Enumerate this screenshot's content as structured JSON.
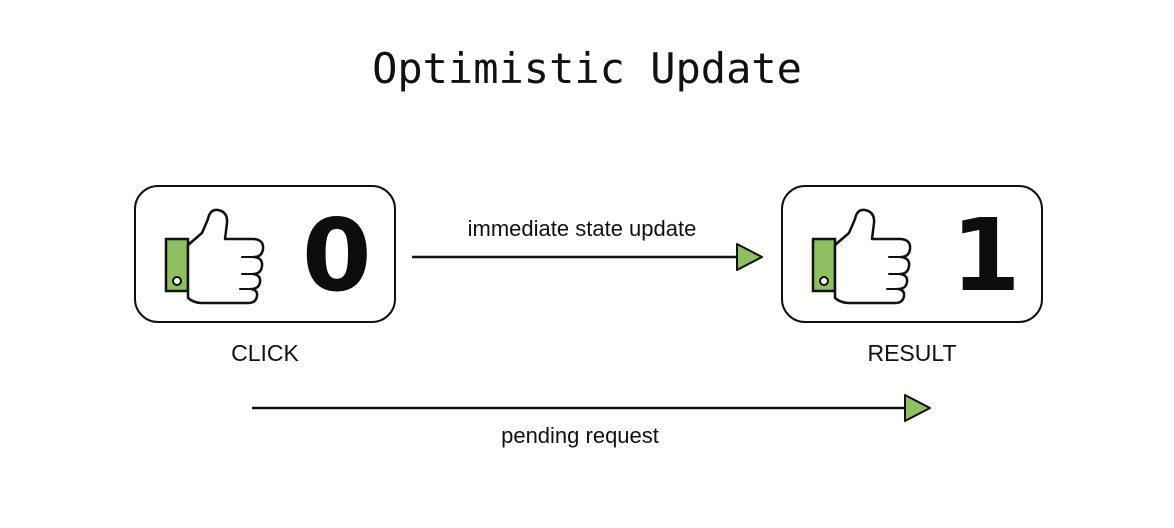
{
  "title": "Optimistic Update",
  "colors": {
    "accent_green": "#8fbf63",
    "stroke": "#111111",
    "background": "#ffffff"
  },
  "icons": {
    "like": "thumbs-up-icon"
  },
  "click_card": {
    "count": "0",
    "caption": "CLICK"
  },
  "result_card": {
    "count": "1",
    "caption": "RESULT"
  },
  "arrows": {
    "immediate_label": "immediate state update",
    "pending_label": "pending request"
  }
}
